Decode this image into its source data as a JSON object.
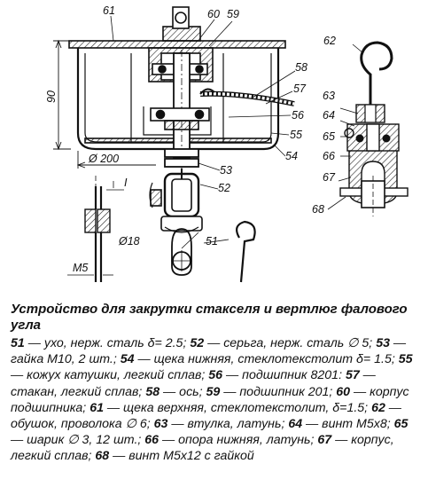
{
  "figure": {
    "callouts": {
      "c61": "61",
      "c60": "60",
      "c59": "59",
      "c58": "58",
      "c57": "57",
      "c56": "56",
      "c55": "55",
      "c54": "54",
      "c53": "53",
      "c52": "52",
      "c51": "51",
      "c62": "62",
      "c63": "63",
      "c64": "64",
      "c65": "65",
      "c66": "66",
      "c67": "67",
      "c68": "68"
    },
    "dimensions": {
      "height": "90",
      "diameter": "Ø 200",
      "pin_diameter": "Ø18",
      "bolt": "M5",
      "detail_mark": "I"
    }
  },
  "caption": {
    "title": "Устройство для закрутки стакселя и вертлюг фалового угла",
    "items": [
      {
        "num": "51",
        "text": " — ухо, нерж. сталь δ= 2.5; "
      },
      {
        "num": "52",
        "text": " — серьга, нерж. сталь ∅ 5; "
      },
      {
        "num": "53",
        "text": " — гайка М10, 2 шт.; "
      },
      {
        "num": "54",
        "text": " — щека нижняя, стеклотекстолит δ= 1.5; "
      },
      {
        "num": "55",
        "text": " — кожух катушки, легкий сплав; "
      },
      {
        "num": "56",
        "text": " — подшипник 8201: "
      },
      {
        "num": "57",
        "text": " — стакан, легкий сплав; "
      },
      {
        "num": "58",
        "text": " — ось; "
      },
      {
        "num": "59",
        "text": " — подшипник 201; "
      },
      {
        "num": "60",
        "text": " — корпус подшипника; "
      },
      {
        "num": "61",
        "text": " — щека верхняя, стеклотекстолит, δ=1.5; "
      },
      {
        "num": "62",
        "text": " — обушок, проволока ∅ 6; "
      },
      {
        "num": "63",
        "text": " — втулка, латунь; "
      },
      {
        "num": "64",
        "text": " — винт М5х8; "
      },
      {
        "num": "65",
        "text": " — шарик ∅ 3, 12 шт.; "
      },
      {
        "num": "66",
        "text": " — опора нижняя, латунь; "
      },
      {
        "num": "67",
        "text": " — корпус, легкий сплав; "
      },
      {
        "num": "68",
        "text": " — винт М5х12 с гайкой"
      }
    ]
  }
}
